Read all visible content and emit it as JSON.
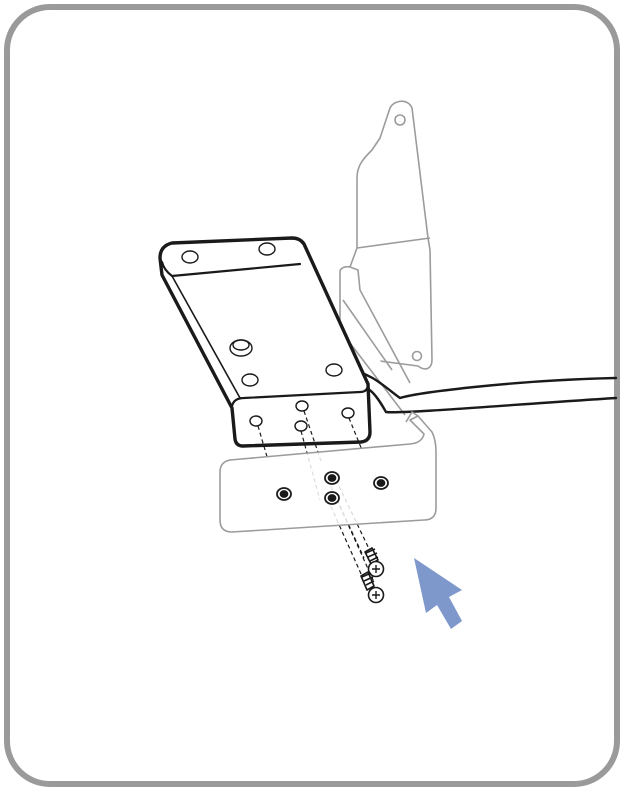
{
  "diagram": {
    "parts": [
      {
        "id": "mounting-bracket",
        "icon": "bracket"
      },
      {
        "id": "cable",
        "icon": "cable"
      },
      {
        "id": "device-housing",
        "icon": "housing"
      },
      {
        "id": "front-plate",
        "icon": "plate"
      },
      {
        "id": "screw-top",
        "icon": "screw"
      },
      {
        "id": "screw-bottom",
        "icon": "screw"
      },
      {
        "id": "insert-direction-arrow",
        "icon": "arrow"
      }
    ],
    "colors": {
      "frame_border": "#9a9a9a",
      "outline_dark": "#1a1a1a",
      "outline_light": "#9c9c9c",
      "arrow": "#7e98cc",
      "background": "#ffffff"
    }
  }
}
